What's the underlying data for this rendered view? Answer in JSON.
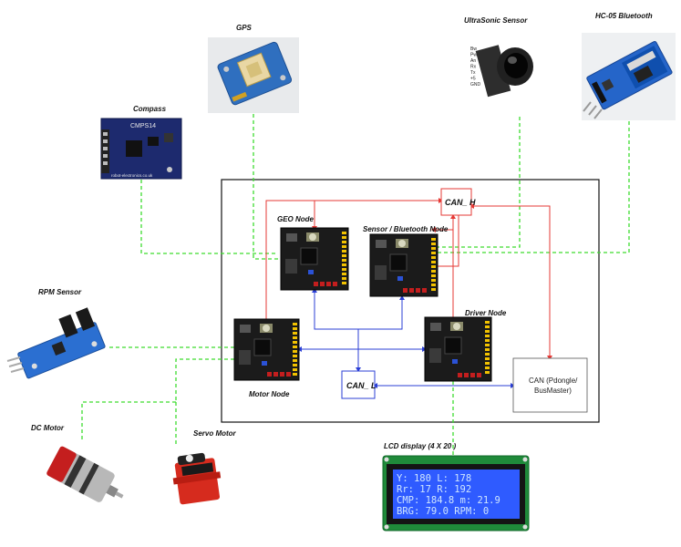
{
  "modules": {
    "gps": "GPS",
    "compass": "Compass",
    "compass_board_text": "CMPS14",
    "compass_board_url": "robot-electronics.co.uk",
    "ultrasonic": "UltraSonic Sensor",
    "ultrasonic_pins": [
      "Bw",
      "Pw",
      "An",
      "Rx",
      "Tx",
      "+5",
      "GND"
    ],
    "bluetooth": "HC-05 Bluetooth",
    "rpm": "RPM Sensor",
    "dc_motor": "DC Motor",
    "servo": "Servo Motor",
    "lcd": "LCD display (4 X 20 )"
  },
  "nodes": {
    "geo": "GEO Node",
    "sensor_bt": "Sensor / Bluetooth Node",
    "motor": "Motor Node",
    "driver": "Driver Node",
    "can_h": "CAN_ H",
    "can_l": "CAN_ L",
    "can_dongle_line1": "CAN (Pdongle/",
    "can_dongle_line2": "BusMaster)"
  },
  "lcd_lines": [
    "Y: 180    L: 178",
    "Rr: 17    R: 192",
    "CMP: 184.8 m: 21.9",
    "BRG: 79.0  RPM: 0"
  ],
  "colors": {
    "sensor_wire": "#3ddc2f",
    "can_high": "#e53935",
    "can_low": "#2b3fd6",
    "board": "#1b1b1b",
    "header_pins": "#f2c200",
    "lcd_bg": "#2f5bff"
  }
}
